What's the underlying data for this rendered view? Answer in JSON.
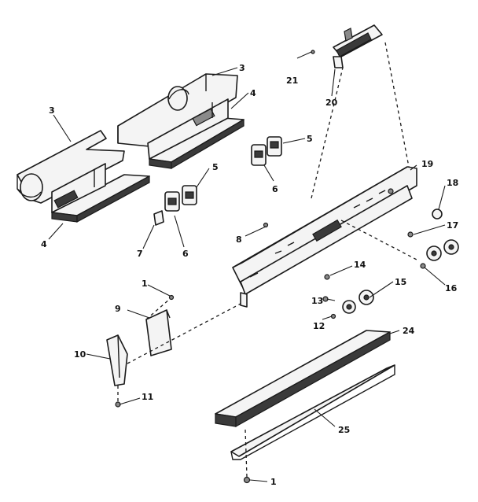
{
  "callouts": {
    "c1a": "1",
    "c1b": "1",
    "c3a": "3",
    "c3b": "3",
    "c4a": "4",
    "c4b": "4",
    "c5a": "5",
    "c5b": "5",
    "c6a": "6",
    "c6b": "6",
    "c7": "7",
    "c8": "8",
    "c9": "9",
    "c10": "10",
    "c11": "11",
    "c12": "12",
    "c13": "13",
    "c14": "14",
    "c15": "15",
    "c16": "16",
    "c17": "17",
    "c18": "18",
    "c19": "19",
    "c20": "20",
    "c21": "21",
    "c24": "24",
    "c25": "25"
  }
}
